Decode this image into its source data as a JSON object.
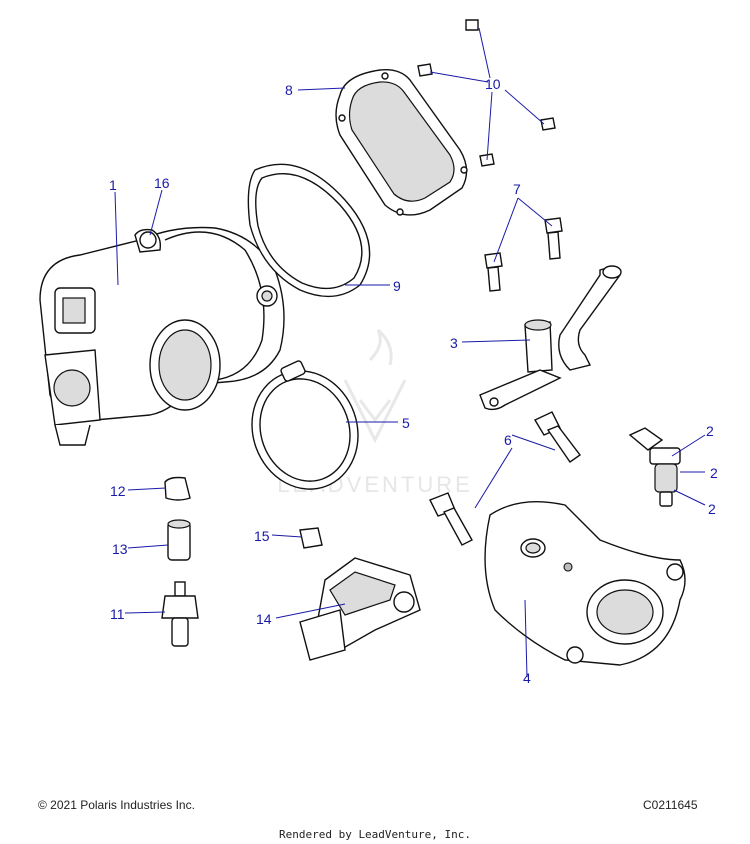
{
  "labels": {
    "l1": "1",
    "l2a": "2",
    "l2b": "2",
    "l2c": "2",
    "l3": "3",
    "l4": "4",
    "l5": "5",
    "l6": "6",
    "l7": "7",
    "l8": "8",
    "l9": "9",
    "l10": "10",
    "l11": "11",
    "l12": "12",
    "l13": "13",
    "l14": "14",
    "l15": "15",
    "l16": "16"
  },
  "watermark": "LEADVENTURE",
  "footer": {
    "copyright": "© 2021 Polaris Industries Inc.",
    "diagram_code": "C0211645",
    "rendered_by": "Rendered by LeadVenture, Inc."
  },
  "colors": {
    "label": "#1a1aa8",
    "line_art": "#111111"
  }
}
